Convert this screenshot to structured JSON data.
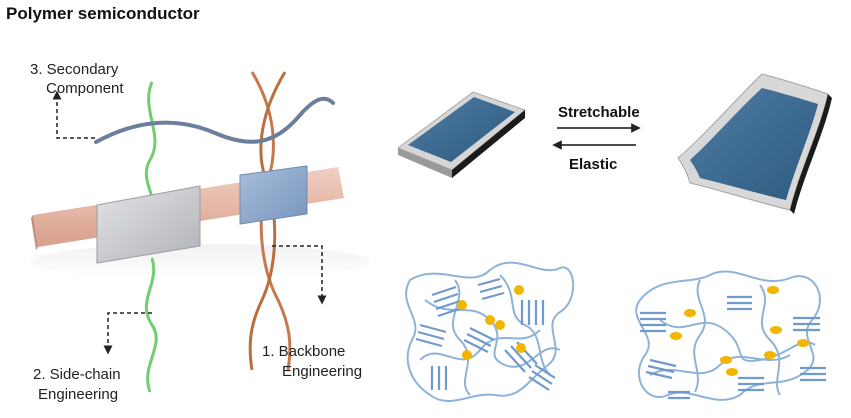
{
  "title": "Polymer semiconductor",
  "labels": {
    "secondary": [
      "3. Secondary",
      "Component"
    ],
    "sidechain": [
      "2. Side-chain",
      "Engineering"
    ],
    "backbone": [
      "1. Backbone",
      "Engineering"
    ]
  },
  "arrows": {
    "forward": "Stretchable",
    "backward": "Elastic"
  },
  "colors": {
    "backbone_strip": "#e6b7a6",
    "sidechain_block": "#c7c9cc",
    "backbone_block": "#8aa5c8",
    "sidechain_chain": "#6fce6f",
    "backbone_chain": "#c47a4e",
    "secondary_chain": "#6b7f9c",
    "film": "#3f6d93",
    "network": "#8fb3d8",
    "crosslink": "#f2b600"
  }
}
